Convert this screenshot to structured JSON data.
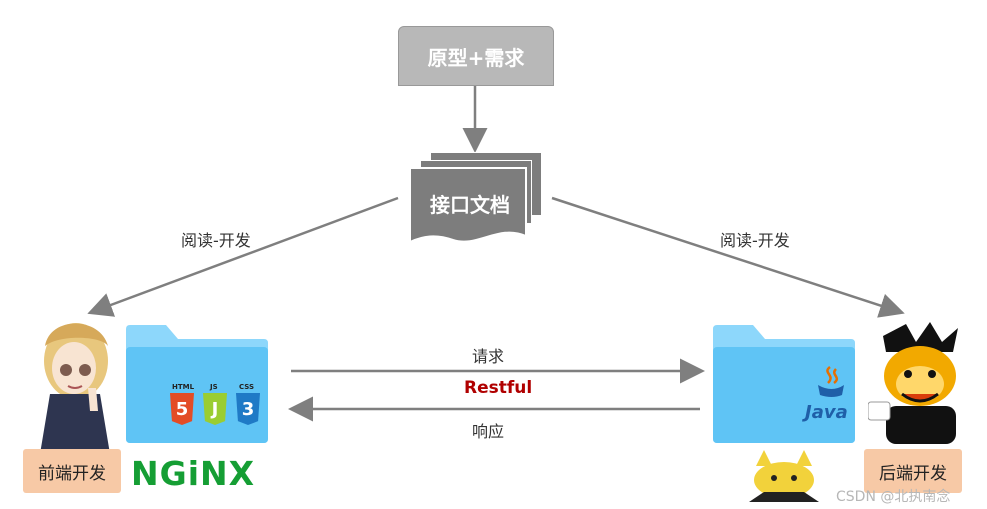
{
  "diagram": {
    "requirements_box": "原型+需求",
    "api_doc_box": "接口文档",
    "left_read_develop": "阅读-开发",
    "right_read_develop": "阅读-开发",
    "request_label": "请求",
    "protocol_label": "Restful",
    "response_label": "响应",
    "frontend_label": "前端开发",
    "backend_label": "后端开发",
    "frontend_logos": {
      "html": "HTML",
      "js": "JS",
      "css": "CSS",
      "html_badge": "5",
      "js_badge": "J",
      "css_badge": "3",
      "nginx": "NGiNX"
    },
    "backend_logos": {
      "java": "Java"
    },
    "watermark": "CSDN @北执南念"
  },
  "colors": {
    "arrow": "#7f7f7f",
    "requirements_fill": "#b8b8b8",
    "doc_fill": "#7d7d7d",
    "folder_blue": "#5fc4f5",
    "label_peach": "#f7c9a6",
    "restful_red": "#b00000",
    "nginx_green": "#159e34"
  }
}
